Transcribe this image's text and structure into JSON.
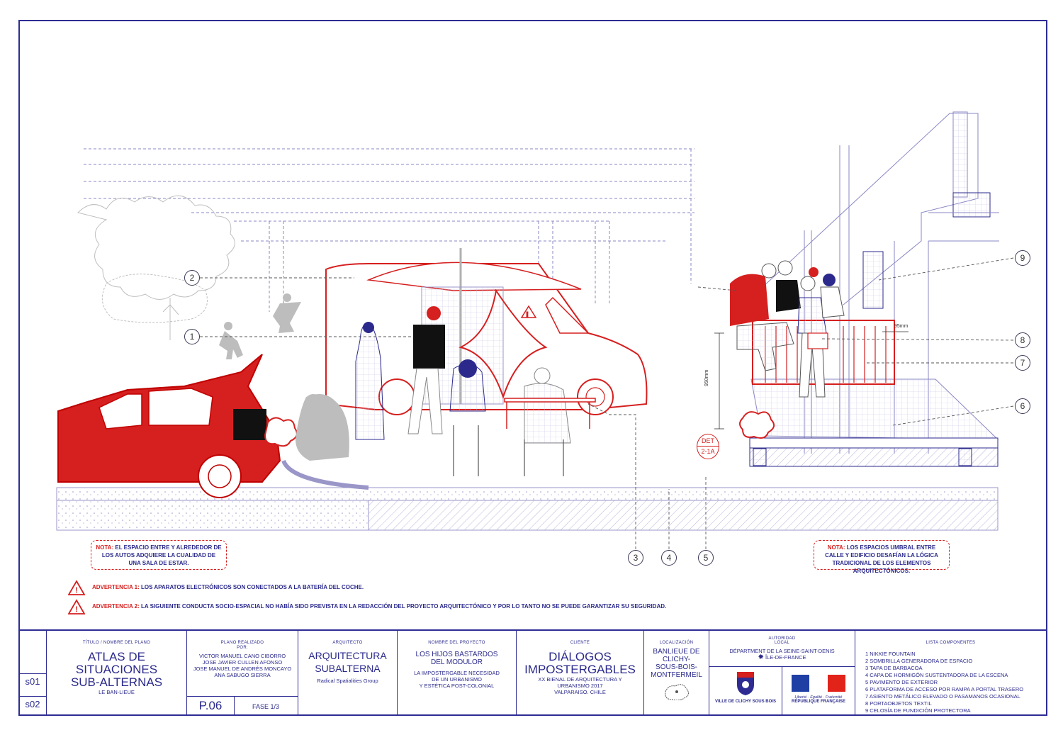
{
  "callouts": [
    "1",
    "2",
    "3",
    "4",
    "5",
    "6",
    "7",
    "8",
    "9"
  ],
  "dimensions": {
    "rail_gap": "95mm",
    "rail_height": "950mm"
  },
  "detail_ref": {
    "line1": "DET",
    "line2": "2-1A"
  },
  "notes": {
    "left": {
      "tag": "NOTA:",
      "text": "EL ESPACIO ENTRE Y ALREDEDOR DE LOS AUTOS ADQUIERE LA CUALIDAD DE UNA SALA DE ESTAR."
    },
    "right": {
      "tag": "NOTA:",
      "text": "LOS ESPACIOS UMBRAL ENTRE CALLE Y EDIFICIO DESAFÍAN LA LÓGICA TRADICIONAL DE LOS ELEMENTOS ARQUITECTÓNICOS."
    }
  },
  "warnings": [
    {
      "tag": "ADVERTENCIA 1:",
      "text": "LOS APARATOS ELECTRÓNICOS SON CONECTADOS A LA BATERÍA DEL COCHE."
    },
    {
      "tag": "ADVERTENCIA 2:",
      "text": "LA SIGUIENTE CONDUCTA SOCIO-ESPACIAL NO HABÍA SIDO PREVISTA EN LA REDACCIÓN DEL PROYECTO ARQUITECTÓNICO Y POR LO TANTO NO SE PUEDE GARANTIZAR SU SEGURIDAD."
    }
  ],
  "title_block": {
    "sheets": [
      "s01",
      "s02"
    ],
    "title": {
      "caption": "TÍTULO / NOMBRE DEL PLANO",
      "l1": "ATLAS DE",
      "l2": "SITUACIONES",
      "l3": "SUB-ALTERNAS",
      "sub": "LE BAN-LIEUE"
    },
    "authors": {
      "caption": "PLANO REALIZADO",
      "por": "POR:",
      "names": [
        "VICTOR MANUEL CANO CIBORRO",
        "JOSE JAVIER CULLEN AFONSO",
        "JOSE MANUEL DE ANDRÉS MONCAYO",
        "ANA SABUGO SIERRA"
      ]
    },
    "plate": "P.06",
    "phase": "FASE 1/3",
    "architect": {
      "caption": "ARQUITECTO",
      "l1": "ARQUITECTURA",
      "l2": "SUBALTERNA",
      "sub": "Radical Spatialities Group"
    },
    "project": {
      "caption": "NOMBRE DEL PROYECTO",
      "l1": "LOS HIJOS BASTARDOS",
      "l2": "DEL MODULOR",
      "d1": "LA IMPOSTERGABLE NECESIDAD",
      "d2": "DE UN URBANISMO",
      "d3": "Y ESTÉTICA POST-COLONIAL"
    },
    "client": {
      "caption": "CLIENTE",
      "l1": "DIÁLOGOS",
      "l2": "IMPOSTERGABLES",
      "d1": "XX BIENAL DE ARQUITECTURA Y",
      "d2": "URBANISMO 2017",
      "d3": "VALPARAISO. CHILE"
    },
    "location": {
      "caption": "LOCALIZACIÓN",
      "l1": "BANLIEUE DE",
      "l2": "CLICHY-",
      "l3": "SOUS-BOIS-",
      "l4": "MONTFERMEIL"
    },
    "authority": {
      "caption1": "AUTORIDAD",
      "caption2": "LOCAL",
      "l1": "DÉPARTMENT DE LA SEINE-SAINT-DENIS",
      "l2": "ÎLE-DE-FRANCE",
      "logo1": "VILLE DE CLICHY SOUS BOIS",
      "motto": "Liberté · Égalité · Fraternité",
      "logo2": "RÉPUBLIQUE FRANÇAISE"
    },
    "components": {
      "caption": "LISTA COMPONENTES",
      "items": [
        "1  NIKKIE FOUNTAIN",
        "2  SOMBRILLA GENERADORA DE ESPACIO",
        "3  TAPA DE BARBACOA",
        "4  CAPA DE HORMIGÓN SUSTENTADORA DE LA ESCENA",
        "5  PAVIMENTO DE EXTERIOR",
        "6  PLATAFORMA DE ACCESO POR RAMPA A PORTAL TRASERO",
        "7  ASIENTO METÁLICO ELEVADO O PASAMANOS OCASIONAL",
        "8  PORTAOBJETOS TEXTIL",
        "9  CELOSÍA DE FUNDICIÓN PROTECTORA"
      ]
    }
  },
  "colors": {
    "ink": "#2b2a8c",
    "red": "#d61f1f",
    "grey": "#a9a9a9",
    "hatch": "#b9b4dc"
  }
}
